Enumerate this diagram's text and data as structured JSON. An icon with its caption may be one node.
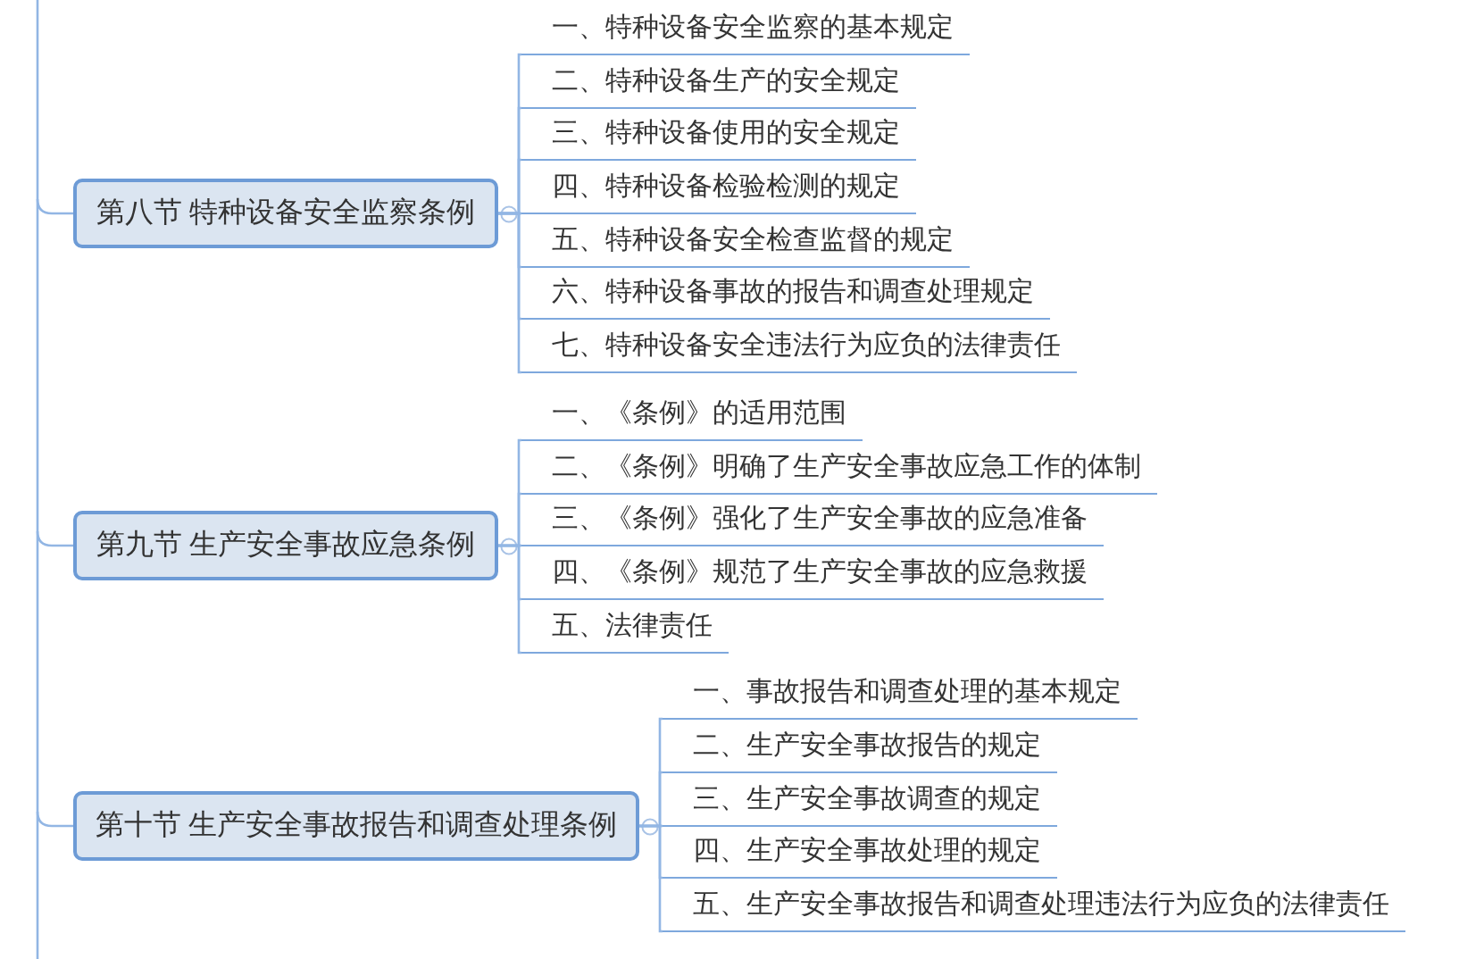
{
  "diagram": {
    "nodes": [
      {
        "text": [
          "第八节 特种设备安全监察条例"
        ]
      },
      {
        "text": [
          "一、特种设备安全监察的基本规定"
        ]
      },
      {
        "text": [
          "二、特种设备生产的安全规定"
        ]
      },
      {
        "text": [
          "三、特种设备使用的安全规定"
        ]
      },
      {
        "text": [
          "四、特种设备检验检测的规定"
        ]
      },
      {
        "text": [
          "五、特种设备安全检查监督的规定"
        ]
      },
      {
        "text": [
          "六、特种设备事故的报告和调查处理规定"
        ]
      },
      {
        "text": [
          "七、特种设备安全违法行为应负的法律责任"
        ]
      },
      {
        "text": [
          "第九节 生产安全事故应急条例"
        ]
      },
      {
        "text": [
          "一、《条例》的适用范围"
        ]
      },
      {
        "text": [
          "二、《条例》明确了生产安全事故应急工作的体制"
        ]
      },
      {
        "text": [
          "三、《条例》强化了生产安全事故的应急准备"
        ]
      },
      {
        "text": [
          "四、《条例》规范了生产安全事故的应急救援"
        ]
      },
      {
        "text": [
          "五、法律责任"
        ]
      },
      {
        "text": [
          "第十节 生产安全事故报告和调查处理条例"
        ]
      },
      {
        "text": [
          "一、事故报告和调查处理的基本规定"
        ]
      },
      {
        "text": [
          "二、生产安全事故报告的规定"
        ]
      },
      {
        "text": [
          "三、生产安全事故调查的规定"
        ]
      },
      {
        "text": [
          "四、生产安全事故处理的规定"
        ]
      },
      {
        "text": [
          "五、生产安全事故报告和调查处理违法行为应负的法律责任"
        ]
      }
    ],
    "edges": [
      {
        "from": null,
        "to": 0,
        "arrow": "none"
      },
      {
        "from": null,
        "to": 8,
        "arrow": "none"
      },
      {
        "from": null,
        "to": 14,
        "arrow": "none"
      },
      {
        "from": 0,
        "to": 1,
        "arrow": "none"
      },
      {
        "from": 0,
        "to": 2,
        "arrow": "none"
      },
      {
        "from": 0,
        "to": 3,
        "arrow": "none"
      },
      {
        "from": 0,
        "to": 4,
        "arrow": "none"
      },
      {
        "from": 0,
        "to": 5,
        "arrow": "none"
      },
      {
        "from": 0,
        "to": 6,
        "arrow": "none"
      },
      {
        "from": 0,
        "to": 7,
        "arrow": "none"
      },
      {
        "from": 8,
        "to": 9,
        "arrow": "none"
      },
      {
        "from": 8,
        "to": 10,
        "arrow": "none"
      },
      {
        "from": 8,
        "to": 11,
        "arrow": "none"
      },
      {
        "from": 8,
        "to": 12,
        "arrow": "none"
      },
      {
        "from": 8,
        "to": 13,
        "arrow": "none"
      },
      {
        "from": 14,
        "to": 15,
        "arrow": "none"
      },
      {
        "from": 14,
        "to": 16,
        "arrow": "none"
      },
      {
        "from": 14,
        "to": 17,
        "arrow": "none"
      },
      {
        "from": 14,
        "to": 18,
        "arrow": "none"
      },
      {
        "from": 14,
        "to": 19,
        "arrow": "none"
      }
    ]
  }
}
